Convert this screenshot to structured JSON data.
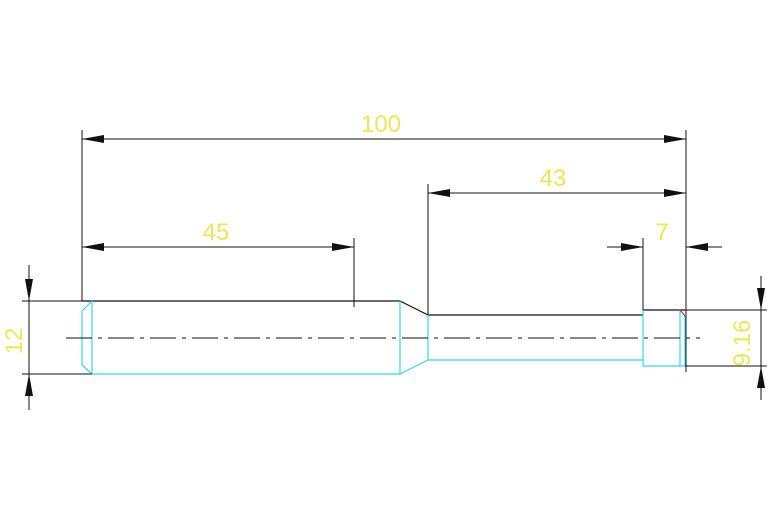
{
  "dimensions": {
    "overall_length": "100",
    "left_segment": "45",
    "right_segment": "43",
    "end_segment": "7",
    "left_diameter": "12",
    "right_diameter": "9.16"
  },
  "colors": {
    "dimension_text": "#e8e85a",
    "part_edge": "#38d6e8",
    "lines": "#111111",
    "background": "#ffffff"
  }
}
